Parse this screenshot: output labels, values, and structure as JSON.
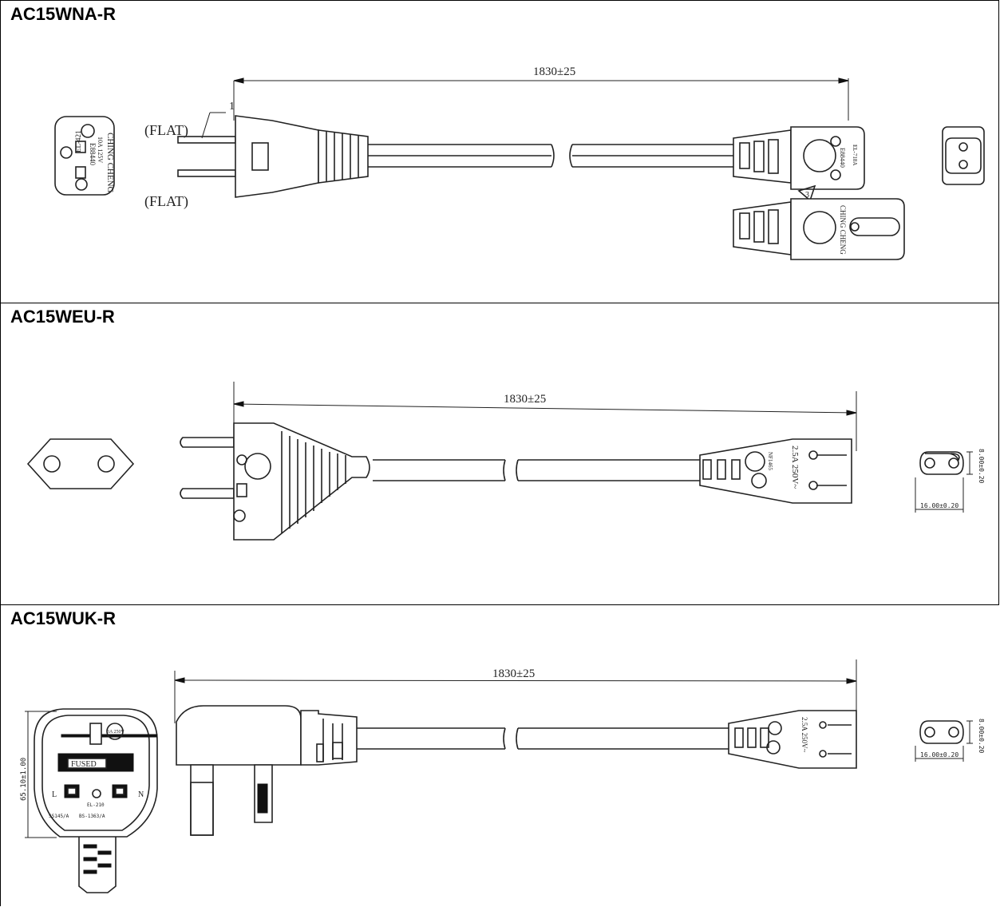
{
  "panels": [
    {
      "title": "AC15WNA-R",
      "dimension": "1830±25",
      "callouts": {
        "flat_top": "(FLAT)",
        "flat_bottom": "(FLAT)",
        "callout_number": "1"
      },
      "plug_face_text": [
        "CHING CHENG",
        "10A 125V",
        "E88440",
        "EL-421"
      ],
      "connector_text": [
        "E88440",
        "EL-718A",
        "CHING CHENG"
      ],
      "triangle_label": "3"
    },
    {
      "title": "AC15WEU-R",
      "dimension": "1830±25",
      "connector_text": [
        "2.5A  250V~",
        "NF1465"
      ],
      "socket_dims": {
        "height": "8.00±0.20",
        "width": "16.00±0.20"
      }
    },
    {
      "title": "AC15WUK-R",
      "dimension": "1830±25",
      "plug_face_text": {
        "fuse_rating": "3A 250V",
        "fused": "FUSED",
        "live": "L",
        "neutral": "N",
        "std_left": "SS145/A",
        "std_right": "BS-1363/A",
        "part_no": "EL-210",
        "height": "65.10±1.00"
      },
      "connector_text": [
        "2.5A  250V~"
      ],
      "socket_dims": {
        "height": "8.00±0.20",
        "width": "16.00±0.20"
      }
    }
  ]
}
